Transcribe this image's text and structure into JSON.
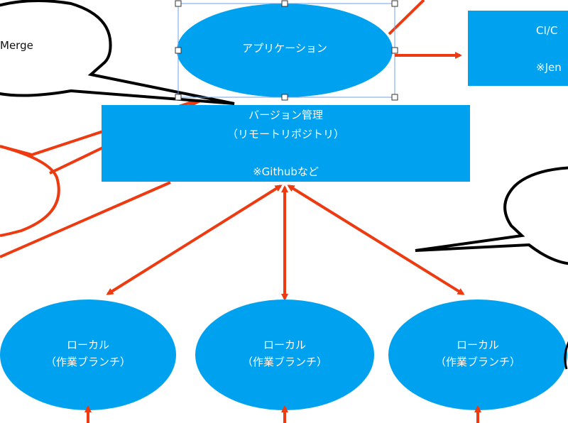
{
  "nodes": {
    "application": {
      "label": "アプリケーション"
    },
    "cicd": {
      "title": "CI/C",
      "note": "※Jen"
    },
    "vcs": {
      "line1": "バージョン管理",
      "line2": "（リモートリポジトリ）",
      "line3": "※Githubなど"
    },
    "local_1": {
      "line1": "ローカル",
      "line2": "（作業ブランチ）"
    },
    "local_2": {
      "line1": "ローカル",
      "line2": "（作業ブランチ）"
    },
    "local_3": {
      "line1": "ローカル",
      "line2": "（作業ブランチ）"
    }
  },
  "callouts": {
    "merge": {
      "text": "Merge"
    }
  },
  "colors": {
    "node_fill": "#00a2f0",
    "arrow": "#ee3a10",
    "callout_stroke": "#000000",
    "selection": "#6f9fe6"
  },
  "selection": {
    "selected_node": "application",
    "handle_count": 8
  }
}
